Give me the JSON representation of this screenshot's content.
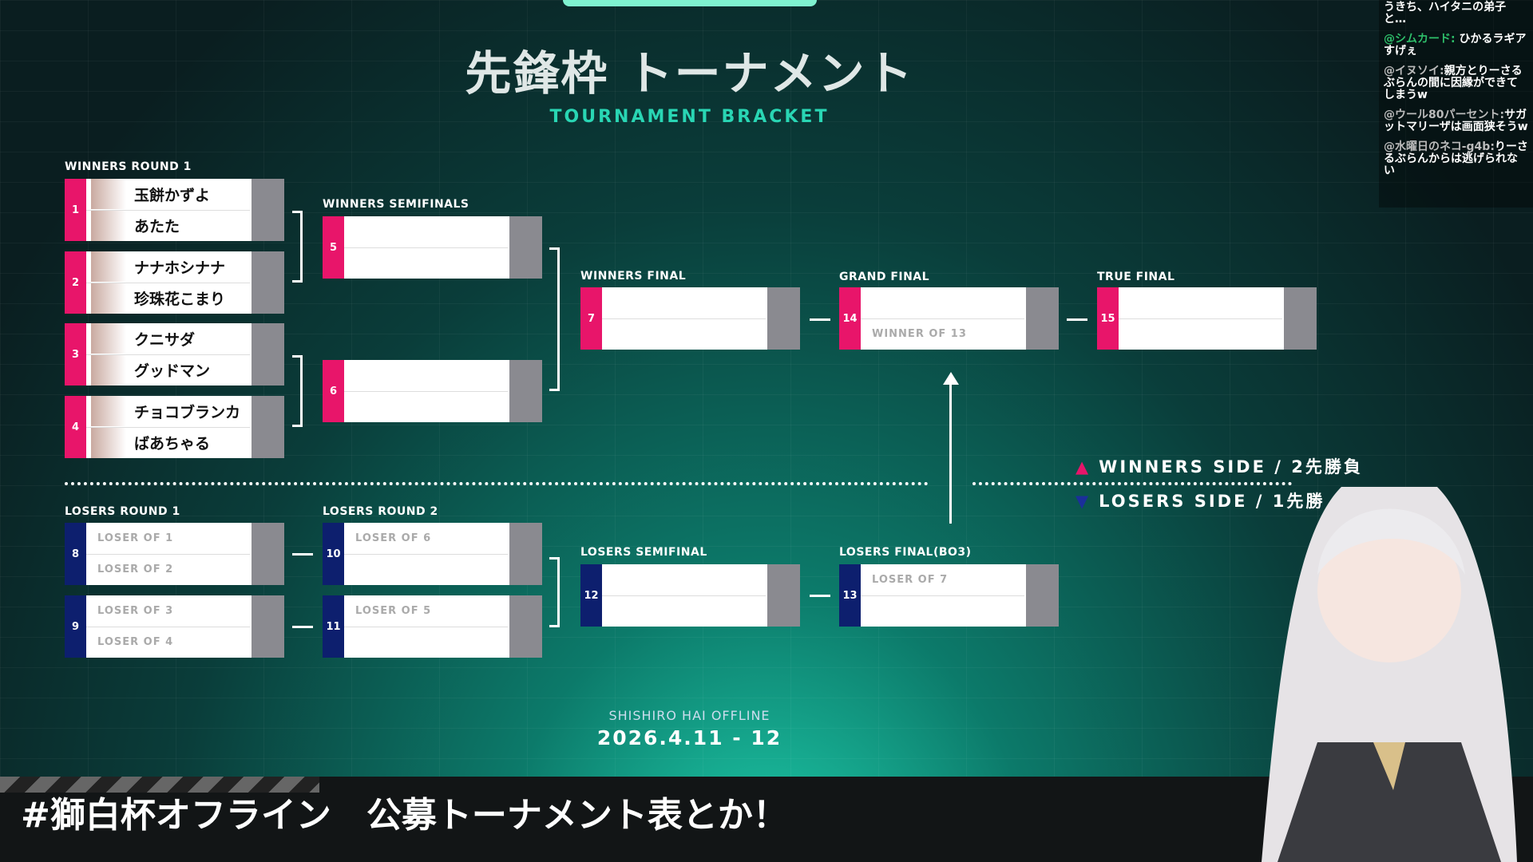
{
  "title": "先鋒枠 トーナメント",
  "subtitle": "TOURNAMENT BRACKET",
  "labels": {
    "wr1": "WINNERS ROUND 1",
    "ws": "WINNERS SEMIFINALS",
    "wf": "WINNERS FINAL",
    "gf": "GRAND FINAL",
    "tf": "TRUE FINAL",
    "lr1": "LOSERS ROUND 1",
    "lr2": "LOSERS ROUND 2",
    "ls": "LOSERS SEMIFINAL",
    "lf": "LOSERS FINAL(BO3)"
  },
  "matches": {
    "m1": {
      "num": "1",
      "p1": "玉餅かずよ",
      "p2": "あたた"
    },
    "m2": {
      "num": "2",
      "p1": "ナナホシナナ",
      "p2": "珍珠花こまり"
    },
    "m3": {
      "num": "3",
      "p1": "クニサダ",
      "p2": "グッドマン"
    },
    "m4": {
      "num": "4",
      "p1": "チョコブランカ",
      "p2": "ばあちゃる"
    },
    "m5": {
      "num": "5"
    },
    "m6": {
      "num": "6"
    },
    "m7": {
      "num": "7"
    },
    "m8": {
      "num": "8",
      "p1": "LOSER OF 1",
      "p2": "LOSER OF 2"
    },
    "m9": {
      "num": "9",
      "p1": "LOSER OF 3",
      "p2": "LOSER OF 4"
    },
    "m10": {
      "num": "10",
      "p1": "LOSER OF 6"
    },
    "m11": {
      "num": "11",
      "p1": "LOSER OF 5"
    },
    "m12": {
      "num": "12"
    },
    "m13": {
      "num": "13",
      "p1": "LOSER OF 7"
    },
    "m14": {
      "num": "14",
      "p2": "WINNER OF 13"
    },
    "m15": {
      "num": "15"
    }
  },
  "legend": {
    "winners": "WINNERS SIDE / 2先勝負",
    "losers": "LOSERS SIDE / 1先勝"
  },
  "colors": {
    "winners": "#e8156a",
    "losers": "#0d1f6e"
  },
  "footer": {
    "event": "SHISHIRO HAI OFFLINE",
    "dates": "2026.4.11 - 12"
  },
  "caption": "#獅白杯オフライン　公募トーナメント表とか！",
  "chat": [
    {
      "user": "",
      "text": "うきち、ハイタニの弟子と…"
    },
    {
      "user": "@シムカード:",
      "text": "ひかるラギアすげぇ"
    },
    {
      "user": "@イヌソイ:",
      "text": "親方とりーさるぶらんの間に因縁ができてしまうw"
    },
    {
      "user": "@ウール80パーセント:",
      "text": "サガットマリーザは画面狭そうw"
    },
    {
      "user": "@水曜日のネコ-g4b:",
      "text": "りーさるぶらんからは逃げられない"
    }
  ]
}
